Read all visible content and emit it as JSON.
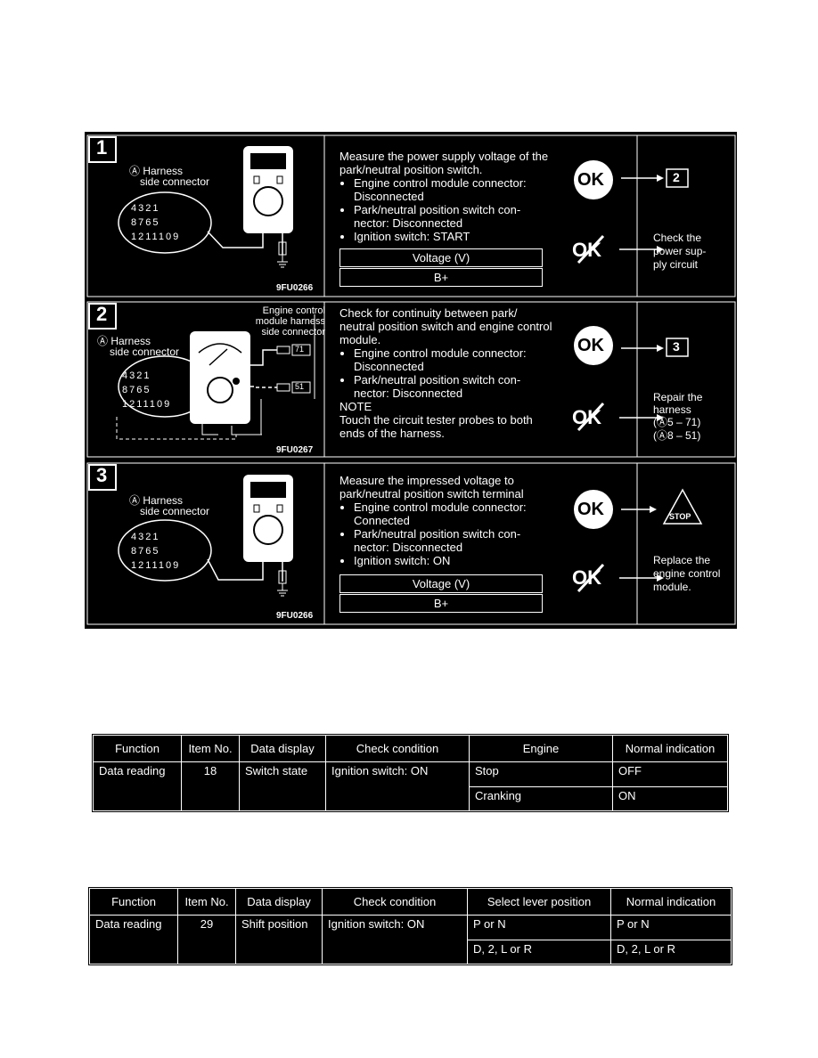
{
  "panels": [
    {
      "step": "1",
      "harness_label": "Ⓐ Harness",
      "harness_label2": "side connector",
      "figure_code": "9FU0266",
      "instruction_title": "Measure the power supply voltage of the park/neutral position switch.",
      "bullets": [
        "Engine control module connector: Disconnected",
        "Park/neutral position switch con- nector: Disconnected",
        "Ignition switch: START"
      ],
      "voltage_header": "Voltage (V)",
      "voltage_value": "B+",
      "ok_label": "OK",
      "ok_result": "2",
      "ng_label": "OK",
      "ng_result": "Check the power sup- ply circuit"
    },
    {
      "step": "2",
      "harness_label": "Ⓐ Harness",
      "harness_label2": "side connector",
      "ecm_label": "Engine control module harness side connector",
      "figure_code": "9FU0267",
      "instruction_title": "Check for continuity between park/ neutral position switch and engine control module.",
      "bullets": [
        "Engine control module connector: Disconnected",
        "Park/neutral position switch con- nector: Disconnected"
      ],
      "note_label": "NOTE",
      "note_text": "Touch the circuit tester probes to both ends of the harness.",
      "pin_a": "71",
      "pin_b": "51",
      "ok_label": "OK",
      "ok_result": "3",
      "ng_label": "OK",
      "ng_result": "Repair the harness",
      "ng_result_2": "(Ⓐ5 – 71)",
      "ng_result_3": "(Ⓐ8 – 51)"
    },
    {
      "step": "3",
      "harness_label": "Ⓐ Harness",
      "harness_label2": "side connector",
      "figure_code": "9FU0266",
      "instruction_title": "Measure the impressed voltage to park/neutral position switch terminal",
      "bullets": [
        "Engine control module connector: Connected",
        "Park/neutral position switch con- nector: Disconnected",
        "Ignition switch: ON"
      ],
      "voltage_header": "Voltage (V)",
      "voltage_value": "B+",
      "ok_label": "OK",
      "ok_result": "STOP",
      "ng_label": "OK",
      "ng_result": "Replace the engine control module."
    }
  ],
  "connector_pins": [
    "4",
    "3",
    "2",
    "1",
    "8",
    "7",
    "6",
    "5",
    "12",
    "11",
    "10",
    "9"
  ],
  "table1": {
    "headers": [
      "Function",
      "Item No.",
      "Data display",
      "Check condition",
      "Engine",
      "Normal indication"
    ],
    "function": "Data reading",
    "item_no": "18",
    "data_display": "Switch state",
    "check_condition": "Ignition switch: ON",
    "rows": [
      {
        "state": "Stop",
        "indication": "OFF"
      },
      {
        "state": "Cranking",
        "indication": "ON"
      }
    ]
  },
  "table2": {
    "headers": [
      "Function",
      "Item No.",
      "Data display",
      "Check condition",
      "Select lever position",
      "Normal indication"
    ],
    "function": "Data reading",
    "item_no": "29",
    "data_display": "Shift position",
    "check_condition": "Ignition switch: ON",
    "rows": [
      {
        "state": "P or N",
        "indication": "P or N"
      },
      {
        "state": "D, 2, L or R",
        "indication": "D, 2, L or R"
      }
    ]
  }
}
